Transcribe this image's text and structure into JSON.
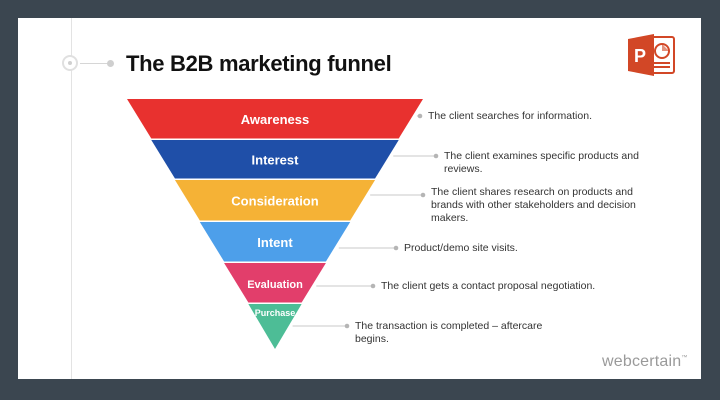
{
  "title": "The B2B marketing funnel",
  "app_icon": "powerpoint-icon",
  "stages": [
    {
      "label": "Awareness",
      "description": "The client searches for information.",
      "color": "#e8312f"
    },
    {
      "label": "Interest",
      "description": "The client examines specific products and reviews.",
      "color": "#1f4fa8"
    },
    {
      "label": "Consideration",
      "description": "The client shares research on products and brands with other stakeholders and decision makers.",
      "color": "#f5b236"
    },
    {
      "label": "Intent",
      "description": "Product/demo site visits.",
      "color": "#4d9fea"
    },
    {
      "label": "Evaluation",
      "description": "The client gets a contact proposal negotiation.",
      "color": "#e23e6b"
    },
    {
      "label": "Purchase",
      "description": "The transaction is completed – aftercare begins.",
      "color": "#4dbd96"
    }
  ],
  "brand": {
    "name": "webcertain",
    "mark": "™"
  }
}
